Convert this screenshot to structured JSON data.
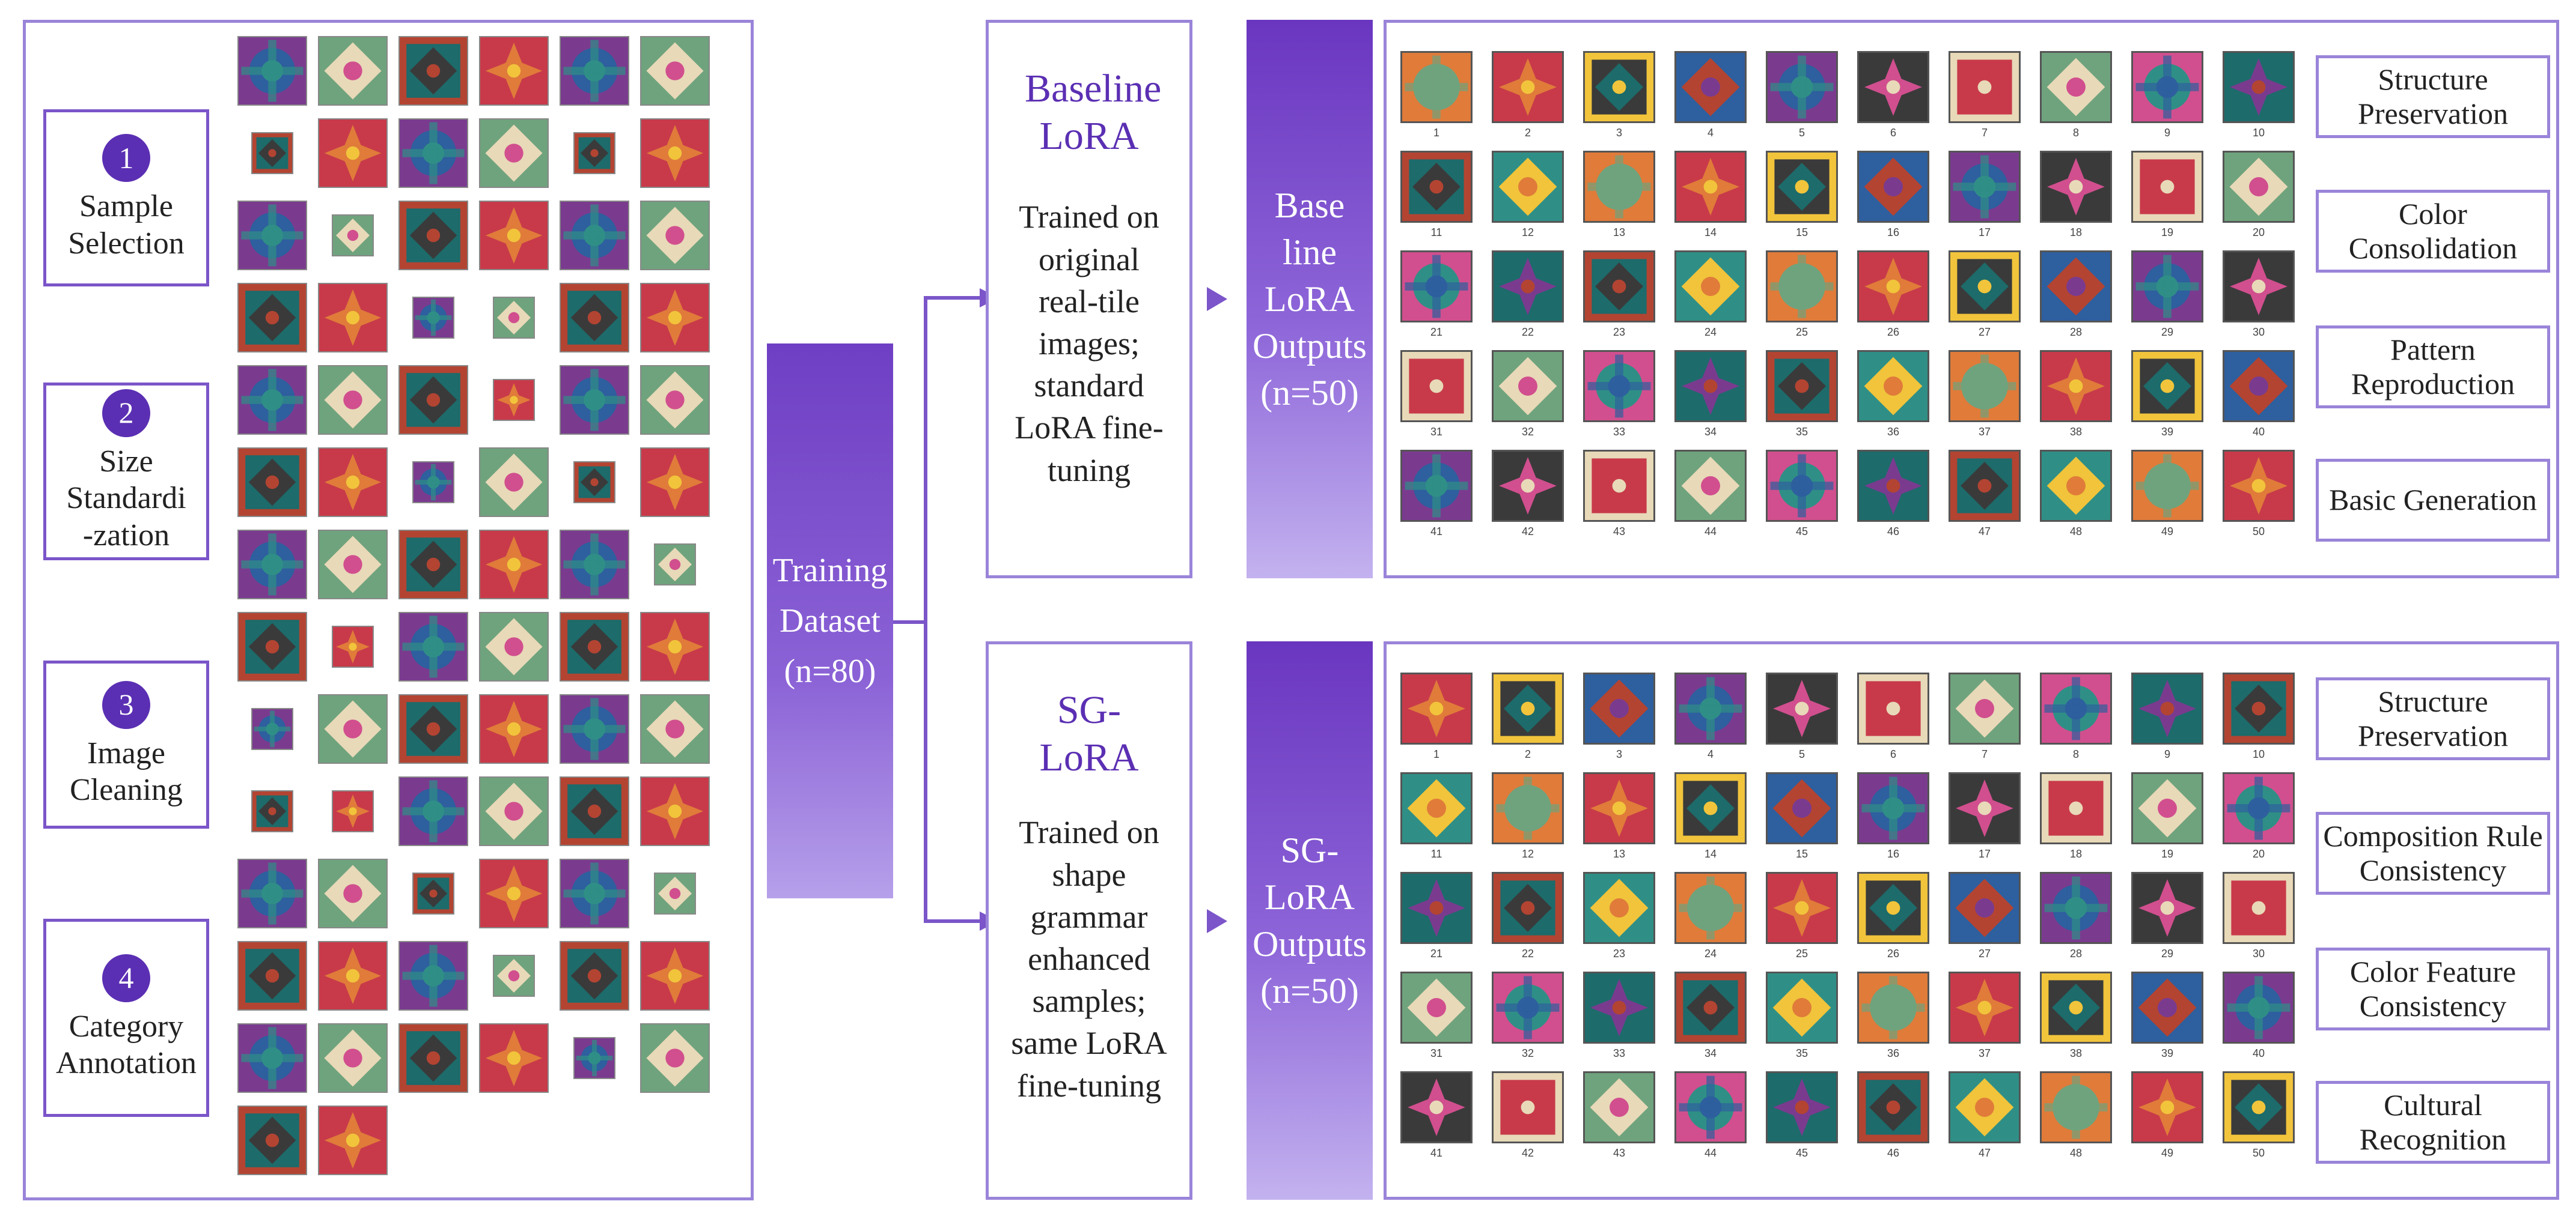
{
  "steps": [
    {
      "num": "1",
      "label": "Sample Selection"
    },
    {
      "num": "2",
      "label": "Size Standardi -zation"
    },
    {
      "num": "3",
      "label": "Image Cleaning"
    },
    {
      "num": "4",
      "label": "Category Annotation"
    }
  ],
  "training": {
    "line1": "Training",
    "line2": "Dataset",
    "line3": "(n=80)"
  },
  "baseline": {
    "title": "Baseline LoRA",
    "desc": "Trained on original real-tile images; standard LoRA fine-tuning",
    "outputs": "Base line LoRA Outputs (n=50)",
    "criteria": [
      "Structure Preservation",
      "Color Consolidation",
      "Pattern Reproduction",
      "Basic Generation"
    ]
  },
  "sg": {
    "title": "SG- LoRA",
    "desc": "Trained on shape grammar enhanced samples; same LoRA fine-tuning",
    "outputs": "SG- LoRA Outputs (n=50)",
    "criteria": [
      "Structure Preservation",
      "Composition Rule Consistency",
      "Color Feature Consistency",
      "Cultural Recognition"
    ]
  },
  "colors": {
    "accent": "#5b2fb3",
    "frame": "#9a84d9",
    "tile_palette": [
      "#2f8f86",
      "#e07b3a",
      "#c83a4a",
      "#f1c43b",
      "#2e5f9e",
      "#7a3b8f",
      "#3a3a3a",
      "#e8d9b8",
      "#6fa37d",
      "#d14f8e",
      "#1d6b6b",
      "#b34432"
    ]
  },
  "icons": {
    "arrow": "arrow-right-icon",
    "tile": "tile-pattern-icon"
  }
}
